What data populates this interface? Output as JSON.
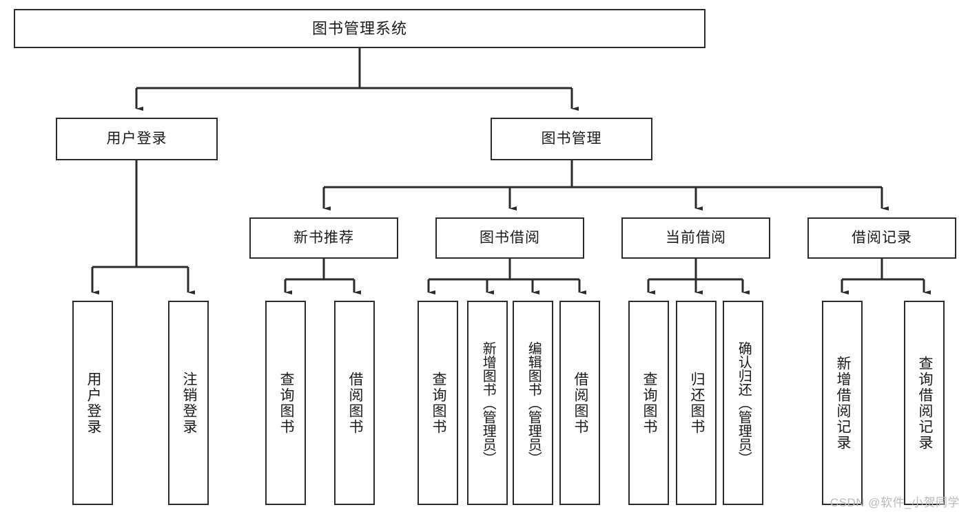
{
  "diagram": {
    "title": "图书管理系统",
    "root": {
      "label": "图书管理系统"
    },
    "level2": [
      {
        "label": "用户登录"
      },
      {
        "label": "图书管理"
      }
    ],
    "level3": [
      {
        "label": "新书推荐"
      },
      {
        "label": "图书借阅"
      },
      {
        "label": "当前借阅"
      },
      {
        "label": "借阅记录"
      }
    ],
    "leaves": {
      "user_login": [
        {
          "label": "用户登录"
        },
        {
          "label": "注销登录"
        }
      ],
      "new_book_recommend": [
        {
          "label": "查询图书"
        },
        {
          "label": "借阅图书"
        }
      ],
      "book_borrow": [
        {
          "label": "查询图书"
        },
        {
          "label": "新增图书（管理员）"
        },
        {
          "label": "编辑图书（管理员）"
        },
        {
          "label": "借阅图书"
        }
      ],
      "current_borrow": [
        {
          "label": "查询图书"
        },
        {
          "label": "归还图书"
        },
        {
          "label": "确认归还（管理员）"
        }
      ],
      "borrow_record": [
        {
          "label": "新增借阅记录"
        },
        {
          "label": "查询借阅记录"
        }
      ]
    }
  },
  "watermark": {
    "text": "CSDN @软件_小贺同学"
  },
  "colors": {
    "box_border": "#2b2b2b",
    "box_fill": "#ffffff",
    "text": "#1a1a1a",
    "wire": "#2b2b2b",
    "watermark": "#b9b9b9"
  }
}
